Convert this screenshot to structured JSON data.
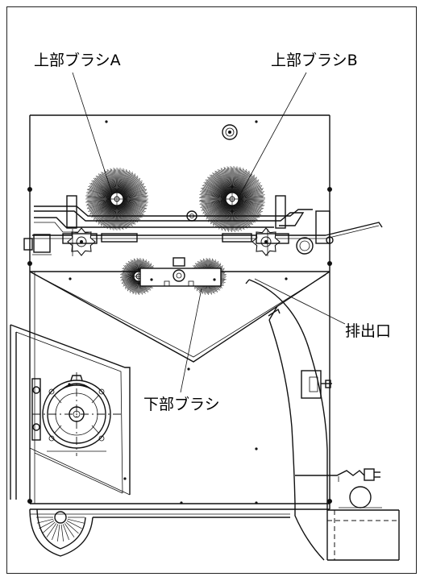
{
  "labels": {
    "upper_brush_a": "上部ブラシA",
    "upper_brush_b": "上部ブラシB",
    "lower_brush": "下部ブラシ",
    "outlet": "排出口"
  },
  "colors": {
    "line": "#111111",
    "background": "#ffffff"
  }
}
